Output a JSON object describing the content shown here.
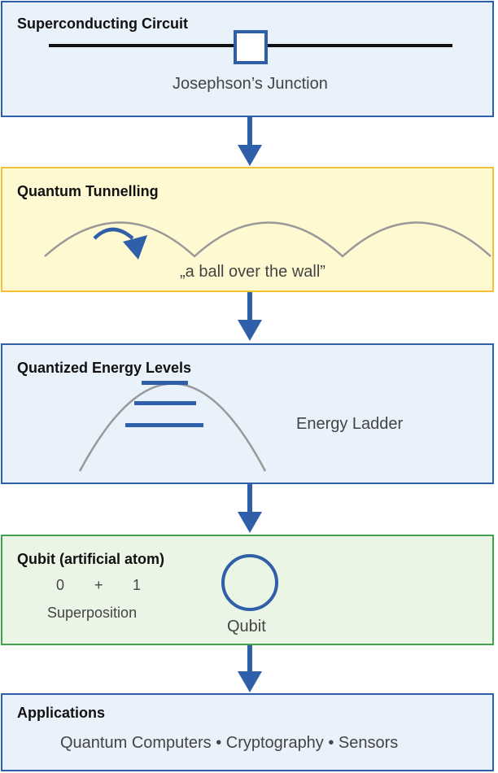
{
  "panels": {
    "circuit": {
      "title": "Superconducting Circuit",
      "label": "Josephson’s Junction"
    },
    "tunnelling": {
      "title": "Quantum Tunnelling",
      "label": "„a ball over the wall”"
    },
    "energy": {
      "title": "Quantized Energy Levels",
      "label": "Energy Ladder"
    },
    "qubit": {
      "title": "Qubit (artificial atom)",
      "zero": "0",
      "plus": "+",
      "one": "1",
      "superposition": "Superposition",
      "label": "Qubit"
    },
    "applications": {
      "title": "Applications",
      "label": "Quantum Computers • Cryptography • Sensors"
    }
  },
  "colors": {
    "accent_blue": "#2f5fa8",
    "blue_fill": "#e9f1fb",
    "yellow_border": "#f1c232",
    "yellow_fill": "#fff9d2",
    "green_border": "#3fa34d",
    "green_fill": "#ebf5e6",
    "curve_gray": "#999999"
  }
}
